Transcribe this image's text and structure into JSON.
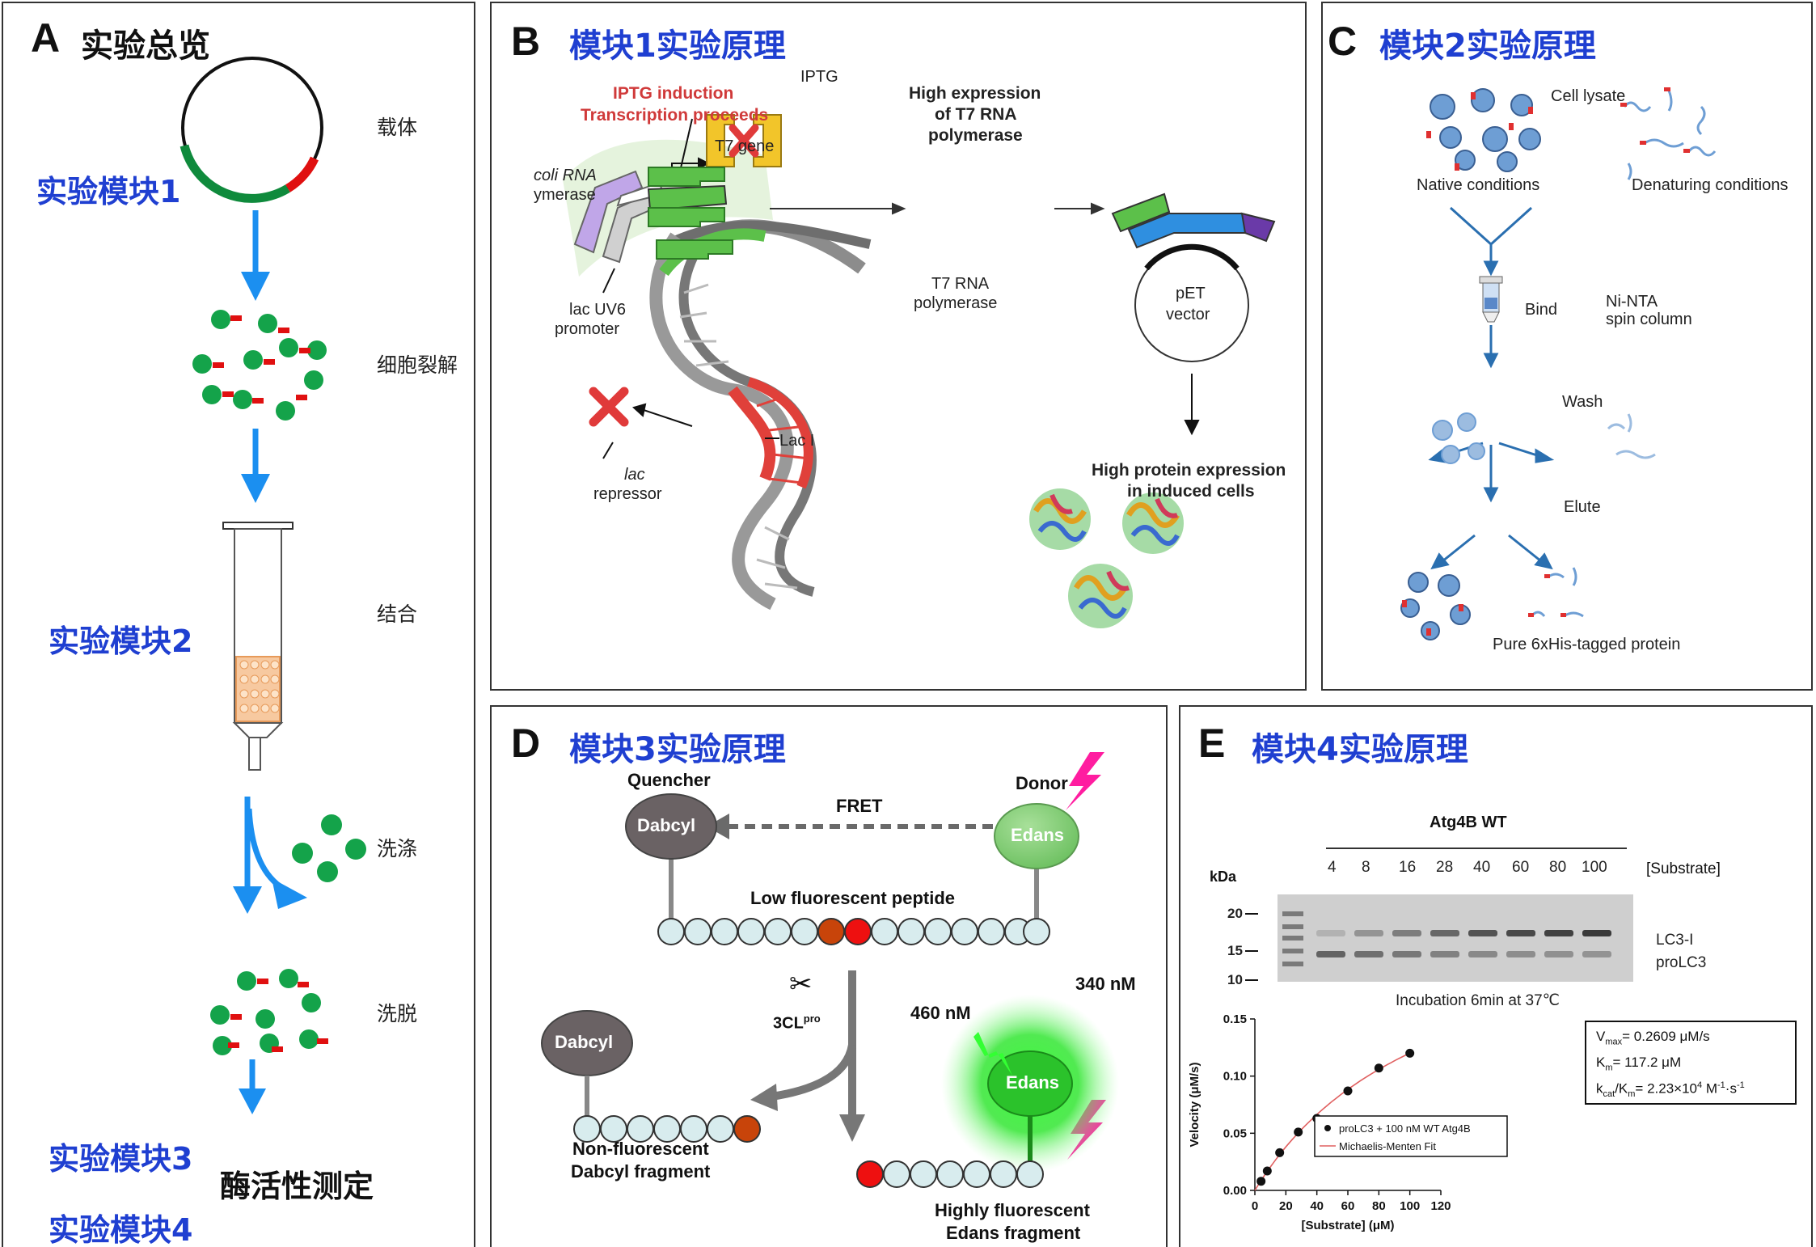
{
  "panels": {
    "A": {
      "letter": "A",
      "title": "实验总览",
      "steps": [
        "载体",
        "细胞裂解",
        "结合",
        "洗涤",
        "洗脱"
      ],
      "modules": [
        "实验模块1",
        "实验模块2",
        "实验模块3",
        "实验模块4"
      ],
      "assay": "酶活性测定"
    },
    "B": {
      "letter": "B",
      "title": "模块1实验原理",
      "iptg_induction": "IPTG induction",
      "transcription": "Transcription proceeds",
      "iptg": "IPTG",
      "high_expr_1": "High expression",
      "high_expr_2": "of T7 RNA",
      "high_expr_3": "polymerase",
      "t7_gene": "T7 gene",
      "ecoli_1": "coli RNA",
      "ecoli_2": "ymerase",
      "lacuv6_1": "lac UV6",
      "lacuv6_2": "promoter",
      "t7rna_1": "T7 RNA",
      "t7rna_2": "polymerase",
      "pet_1": "pET",
      "pet_2": "vector",
      "laci": "Lac I",
      "lacrep_1": "lac",
      "lacrep_2": "repressor",
      "hpe_1": "High protein expression",
      "hpe_2": "in induced cells",
      "colors": {
        "green": "#5cc04a",
        "red": "#e0403a",
        "yellow": "#f2c52a",
        "blue": "#2f8fe0",
        "purple": "#6a3aa8",
        "lavender": "#c0a6e8"
      }
    },
    "C": {
      "letter": "C",
      "title": "模块2实验原理",
      "cell_lysate": "Cell lysate",
      "native": "Native conditions",
      "denaturing": "Denaturing conditions",
      "bind": "Bind",
      "ninta_1": "Ni-NTA",
      "ninta_2": "spin column",
      "wash": "Wash",
      "elute": "Elute",
      "pure": "Pure 6xHis-tagged protein"
    },
    "D": {
      "letter": "D",
      "title": "模块3实验原理",
      "quencher": "Quencher",
      "donor": "Donor",
      "fret": "FRET",
      "dabcyl": "Dabcyl",
      "edans": "Edans",
      "low_fluor": "Low fluorescent peptide",
      "enzyme": "3CL",
      "enzyme_sup": "pro",
      "ex_wl": "460 nM",
      "em_wl": "340 nM",
      "nonfluor_1": "Non-fluorescent",
      "nonfluor_2": "Dabcyl fragment",
      "highfluor_1": "Highly fluorescent",
      "highfluor_2": "Edans fragment",
      "scissors": "✂"
    },
    "E": {
      "letter": "E",
      "title": "模块4实验原理",
      "gel": {
        "title": "Atg4B WT",
        "kda": "kDa",
        "substrate_label": "[Substrate]",
        "lanes": [
          "4",
          "8",
          "16",
          "28",
          "40",
          "60",
          "80",
          "100"
        ],
        "markers": [
          "20",
          "15",
          "10"
        ],
        "bands": [
          "LC3-I",
          "proLC3"
        ],
        "incubation": "Incubation 6min at 37℃",
        "band_intensity": [
          0.15,
          0.35,
          0.5,
          0.65,
          0.78,
          0.85,
          0.9,
          0.95
        ]
      },
      "params": {
        "vmax_main": "V",
        "vmax_sub": "max",
        "vmax_val": "= 0.2609 μM/s",
        "km_main": "K",
        "km_sub": "m",
        "km_val": "= 117.2 μM",
        "kcat_main": "k",
        "kcat_sub": "cat",
        "kcat_mid": "/K",
        "kcat_sub2": "m",
        "kcat_val": "= 2.23×10",
        "kcat_exp": "4",
        "kcat_unit": " M",
        "kcat_exp2": "-1",
        "kcat_unit2": "·s",
        "kcat_exp3": "-1"
      }
    }
  },
  "chart_data": {
    "type": "scatter",
    "xlabel": "[Substrate] (μM)",
    "ylabel": "Velocity (μM/s)",
    "xlim": [
      0,
      120
    ],
    "ylim": [
      0,
      0.15
    ],
    "xticks": [
      0,
      20,
      40,
      60,
      80,
      100,
      120
    ],
    "yticks": [
      0.0,
      0.05,
      0.1,
      0.15
    ],
    "ytick_labels": [
      "0.00",
      "0.05",
      "0.10",
      "0.15"
    ],
    "legend": "bottom-center",
    "series": [
      {
        "name": "proLC3 + 100 nM WT Atg4B",
        "kind": "points",
        "color": "#111111",
        "x": [
          4,
          8,
          16,
          28,
          40,
          60,
          80,
          100
        ],
        "y": [
          0.008,
          0.017,
          0.033,
          0.051,
          0.063,
          0.087,
          0.107,
          0.12
        ]
      },
      {
        "name": "Michaelis-Menten Fit",
        "kind": "fit",
        "color": "#e06060",
        "vmax": 0.2609,
        "km": 117.2
      }
    ]
  }
}
